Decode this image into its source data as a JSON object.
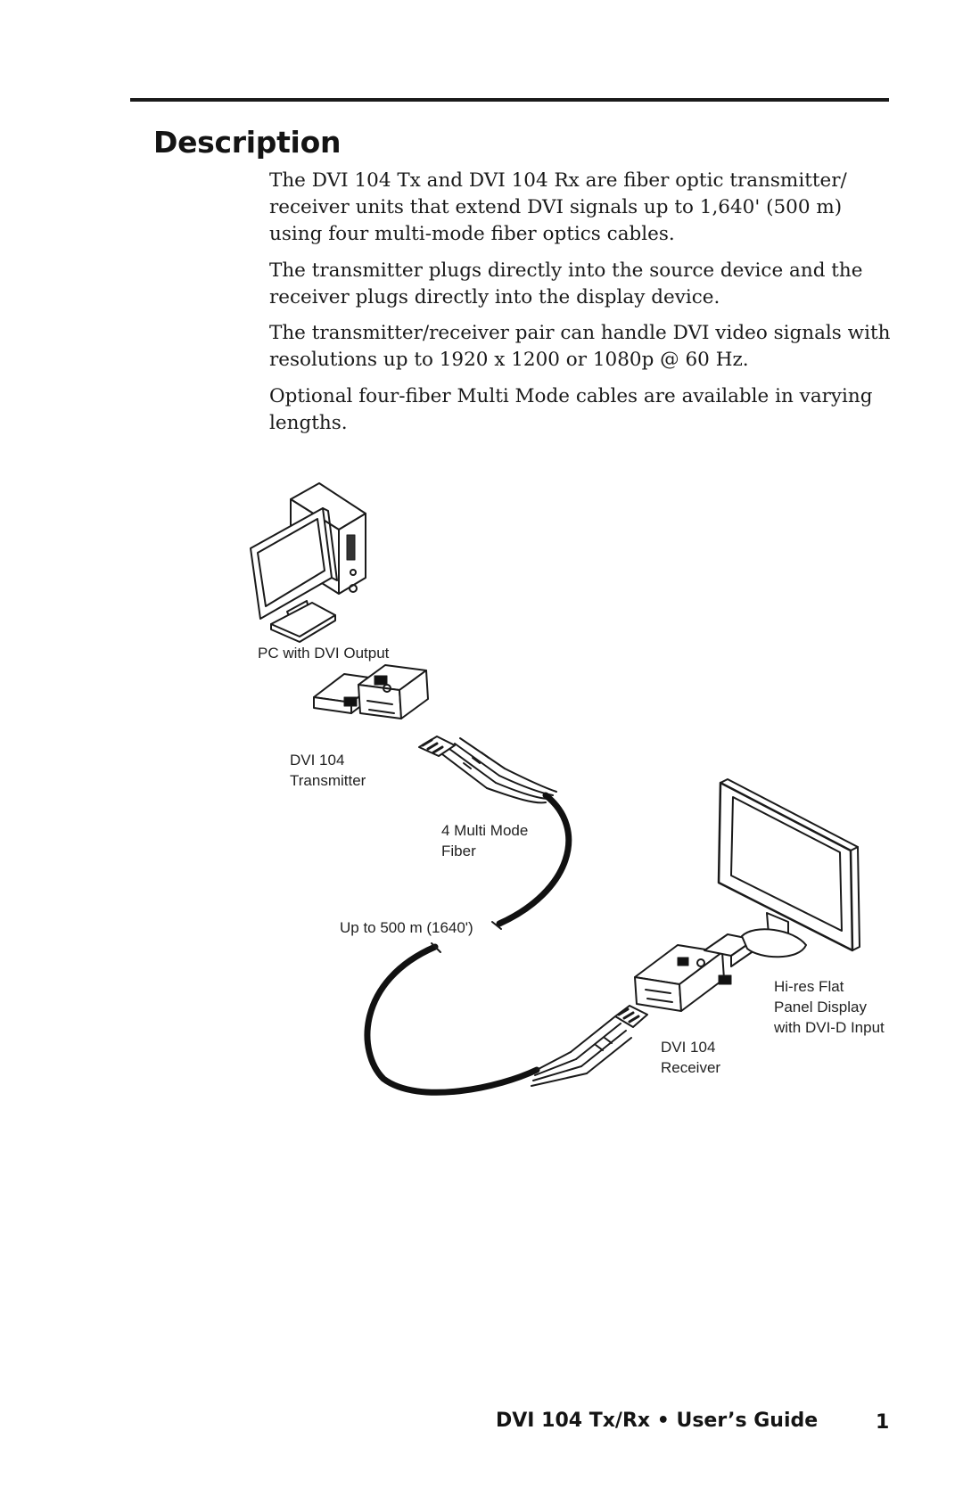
{
  "section": {
    "heading": "Description"
  },
  "paragraphs": [
    "The DVI 104 Tx and DVI 104 Rx are fiber optic transmitter/ receiver units that extend DVI signals up to 1,640' (500 m) using four multi-mode fiber optics cables.",
    "The transmitter plugs directly into the source device and the receiver plugs directly into the display device.",
    "The transmitter/receiver pair can handle DVI video signals with resolutions up to 1920 x 1200 or 1080p @ 60 Hz.",
    "Optional four-fiber Multi Mode cables are available in varying lengths."
  ],
  "diagram": {
    "pc_label": "PC with DVI Output",
    "transmitter_label_line1": "DVI 104",
    "transmitter_label_line2": "Transmitter",
    "fiber_label_line1": "4 Multi Mode",
    "fiber_label_line2": "Fiber",
    "distance_label": "Up to 500 m (1640')",
    "display_label_line1": "Hi-res Flat",
    "display_label_line2": "Panel Display",
    "display_label_line3": "with DVI-D Input",
    "receiver_label_line1": "DVI 104",
    "receiver_label_line2": "Receiver"
  },
  "footer": {
    "title": "DVI 104 Tx/Rx • User’s Guide",
    "page_number": "1"
  }
}
